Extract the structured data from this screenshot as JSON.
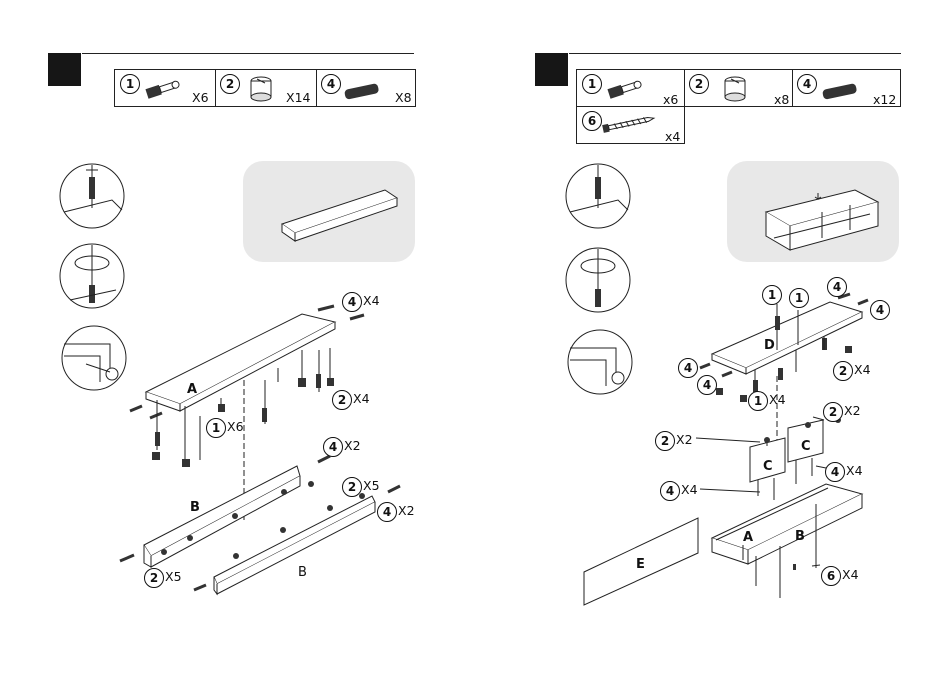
{
  "left_page": {
    "parts": [
      {
        "num": "1",
        "qty": "X6",
        "icon": "cam-bolt-icon"
      },
      {
        "num": "2",
        "qty": "X14",
        "icon": "cam-lock-icon"
      },
      {
        "num": "4",
        "qty": "X8",
        "icon": "wooden-dowel-icon"
      }
    ],
    "callouts": {
      "dowel_a": {
        "num": "4",
        "qty": "X4"
      },
      "cam_a": {
        "num": "2",
        "qty": "X4"
      },
      "bolt_a": {
        "num": "1",
        "qty": "X6"
      },
      "dowel_b1": {
        "num": "4",
        "qty": "X2"
      },
      "cam_b1": {
        "num": "2",
        "qty": "X5"
      },
      "dowel_b2": {
        "num": "4",
        "qty": "X2"
      },
      "cam_b2": {
        "num": "2",
        "qty": "X5"
      }
    },
    "panel_labels": {
      "a": "A",
      "b1": "B",
      "b2": "B"
    }
  },
  "right_page": {
    "parts": [
      {
        "num": "1",
        "qty": "x6",
        "icon": "cam-bolt-icon"
      },
      {
        "num": "2",
        "qty": "x8",
        "icon": "cam-lock-icon"
      },
      {
        "num": "4",
        "qty": "x12",
        "icon": "wooden-dowel-icon"
      },
      {
        "num": "6",
        "qty": "x4",
        "icon": "screw-icon"
      }
    ],
    "callouts": {
      "bolt_d1": {
        "num": "1"
      },
      "bolt_d2": {
        "num": "1"
      },
      "dowel_d_top": {
        "num": "4"
      },
      "dowel_d_right": {
        "num": "4"
      },
      "cam_d": {
        "num": "2",
        "qty": "X4"
      },
      "dowel_d_left": {
        "num": "4"
      },
      "dowel_d_left2": {
        "num": "4"
      },
      "bolt_d_x4": {
        "num": "1",
        "qty": "X4"
      },
      "cam_c_right": {
        "num": "2",
        "qty": "X2"
      },
      "cam_c_left": {
        "num": "2",
        "qty": "X2"
      },
      "dowel_c_right": {
        "num": "4",
        "qty": "X4"
      },
      "dowel_c_left": {
        "num": "4",
        "qty": "X4"
      },
      "screw_b": {
        "num": "6",
        "qty": "X4"
      }
    },
    "panel_labels": {
      "d": "D",
      "c1": "C",
      "c2": "C",
      "a": "A",
      "b": "B",
      "e": "E"
    }
  }
}
